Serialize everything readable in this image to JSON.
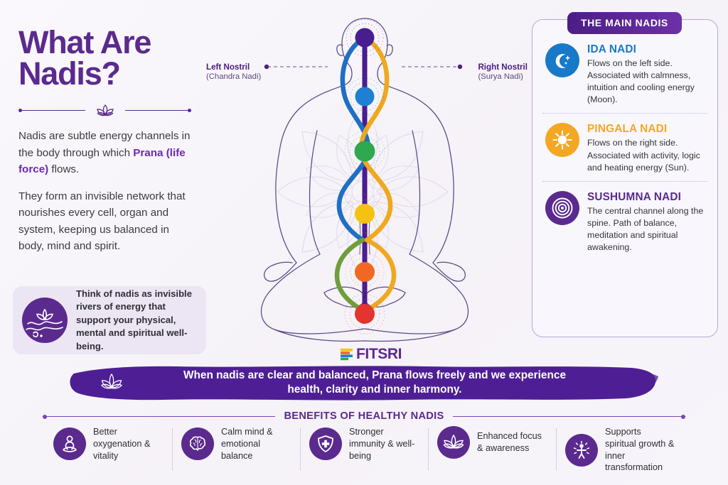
{
  "title": "What Are Nadis?",
  "intro": {
    "p1_before": "Nadis are subtle energy channels in the body through which ",
    "p1_bold": "Prana (life force)",
    "p1_after": " flows.",
    "p2": "They form an invisible network that nourishes every cell, organ and system, keeping us balanced in body, mind and spirit."
  },
  "tip": {
    "text": "Think of nadis as invisible rivers of energy that support your physical, mental and spiritual well-being.",
    "icon": "lotus-river-icon"
  },
  "figure": {
    "left_label": "Left Nostril",
    "left_sub": "(Chandra Nadi)",
    "right_label": "Right Nostril",
    "right_sub": "(Surya Nadi)",
    "chakras": [
      {
        "name": "crown",
        "color": "#4a1d8f"
      },
      {
        "name": "throat",
        "color": "#1e7fd4"
      },
      {
        "name": "heart",
        "color": "#2fa84f"
      },
      {
        "name": "solar-plexus",
        "color": "#f5c211"
      },
      {
        "name": "sacral",
        "color": "#f26822"
      },
      {
        "name": "root",
        "color": "#e3342f"
      }
    ],
    "ida_color": "#1f6fc4",
    "pingala_color": "#f0a81e",
    "sushumna_color": "#4a1d8f"
  },
  "panel": {
    "badge": "THE MAIN NADIS",
    "items": [
      {
        "name": "IDA NADI",
        "desc": "Flows on the left side. Associated with calmness, intuition and cooling energy (Moon).",
        "color": "#1879c9",
        "icon": "moon-stars-icon"
      },
      {
        "name": "PINGALA NADI",
        "desc": "Flows on the right side. Associated with activity, logic and heating energy (Sun).",
        "color": "#f5a623",
        "icon": "sun-icon"
      },
      {
        "name": "SUSHUMNA NADI",
        "desc": "The central channel along the spine. Path of balance, meditation and spiritual awakening.",
        "color": "#5b2a8e",
        "icon": "concentric-circles-icon"
      }
    ]
  },
  "brand": {
    "word": "FITSRI",
    "mark": "fitsri-logo-mark"
  },
  "banner": {
    "line1": "When nadis are clear and balanced, Prana flows freely and we experience",
    "line2": "health, clarity and inner harmony.",
    "icon": "lotus-icon",
    "color": "#4e1f94"
  },
  "benefits": {
    "heading": "BENEFITS OF HEALTHY NADIS",
    "items": [
      {
        "label": "Better oxygenation & vitality",
        "icon": "meditating-person-icon"
      },
      {
        "label": "Calm mind & emotional balance",
        "icon": "brain-icon"
      },
      {
        "label": "Stronger immunity & well-being",
        "icon": "shield-plus-icon"
      },
      {
        "label": "Enhanced focus & awareness",
        "icon": "lotus-icon"
      },
      {
        "label": "Supports spiritual growth & inner transformation",
        "icon": "radiant-person-icon"
      }
    ]
  }
}
